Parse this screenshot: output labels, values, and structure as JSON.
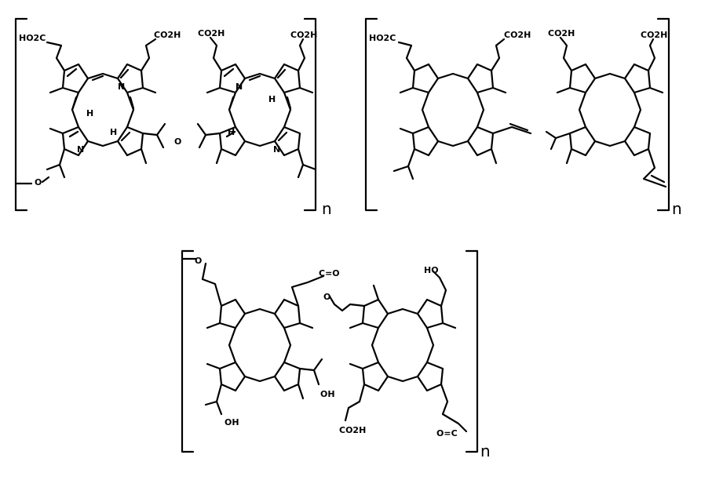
{
  "figure": {
    "structures": [
      {
        "id": "ether-linked-dimer",
        "repeat_index": "n",
        "units": [
          {
            "top_left": "HO2C",
            "top_right": "CO2H",
            "n_top": "N",
            "n_left_bottom": "H",
            "n_bottom": "N",
            "h_bottom": "H"
          },
          {
            "top_left": "CO2H",
            "top_right": "CO2H",
            "n_top": "N",
            "n_right_bottom": "H",
            "n_bottom": "N",
            "h_bottom": "H"
          }
        ],
        "linker_atom": "O",
        "end_group_atom": "O"
      },
      {
        "id": "vinyl-linked-dimer",
        "repeat_index": "n",
        "units": [
          {
            "top_left": "HO2C",
            "top_right": "CO2H"
          },
          {
            "top_left": "CO2H",
            "top_right": "CO2H"
          }
        ]
      },
      {
        "id": "ester-linked-dimer",
        "repeat_index": "n",
        "labels": {
          "start_oxygen": "O",
          "ester_carbonyl": "C=O",
          "ester_oxygen": "O",
          "hydroxyl_top": "HO",
          "hydroxyl_1": "OH",
          "hydroxyl_2": "OH",
          "acid_bottom": "CO2H",
          "end_carbonyl": "O=C"
        }
      }
    ]
  }
}
